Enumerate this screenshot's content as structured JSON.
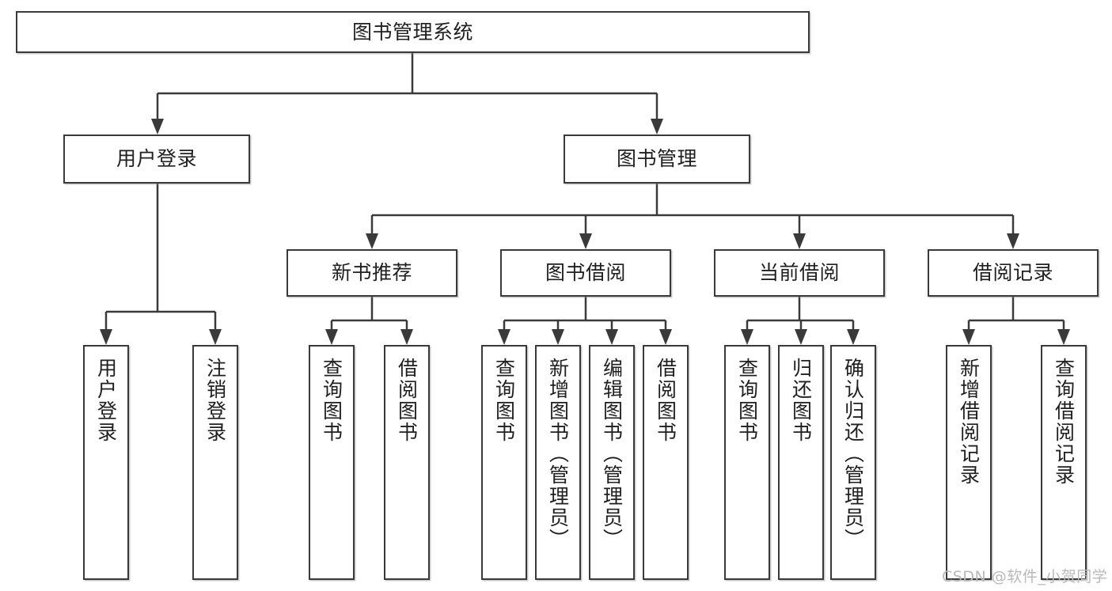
{
  "diagram": {
    "title": "图书管理系统",
    "watermark": "CSDN @软件_小贺同学",
    "line_color": "#3a3a3a",
    "box_fill": "#ffffff",
    "text_color": "#1f1f1f",
    "watermark_color": "#b9b9b9",
    "root": {
      "label": "图书管理系统"
    },
    "tier2": [
      {
        "label": "用户登录"
      },
      {
        "label": "图书管理"
      }
    ],
    "tier3": [
      {
        "label": "新书推荐"
      },
      {
        "label": "图书借阅"
      },
      {
        "label": "当前借阅"
      },
      {
        "label": "借阅记录"
      }
    ],
    "leaves": {
      "user_login": [
        {
          "label": "用户登录"
        },
        {
          "label": "注销登录"
        }
      ],
      "new_book": [
        {
          "label": "查询图书"
        },
        {
          "label": "借阅图书"
        }
      ],
      "book_borrow": [
        {
          "label": "查询图书"
        },
        {
          "label": "新增图书（管理员）"
        },
        {
          "label": "编辑图书（管理员）"
        },
        {
          "label": "借阅图书"
        }
      ],
      "current_borrow": [
        {
          "label": "查询图书"
        },
        {
          "label": "归还图书"
        },
        {
          "label": "确认归还（管理员）"
        }
      ],
      "borrow_record": [
        {
          "label": "新增借阅记录"
        },
        {
          "label": "查询借阅记录"
        }
      ]
    }
  }
}
